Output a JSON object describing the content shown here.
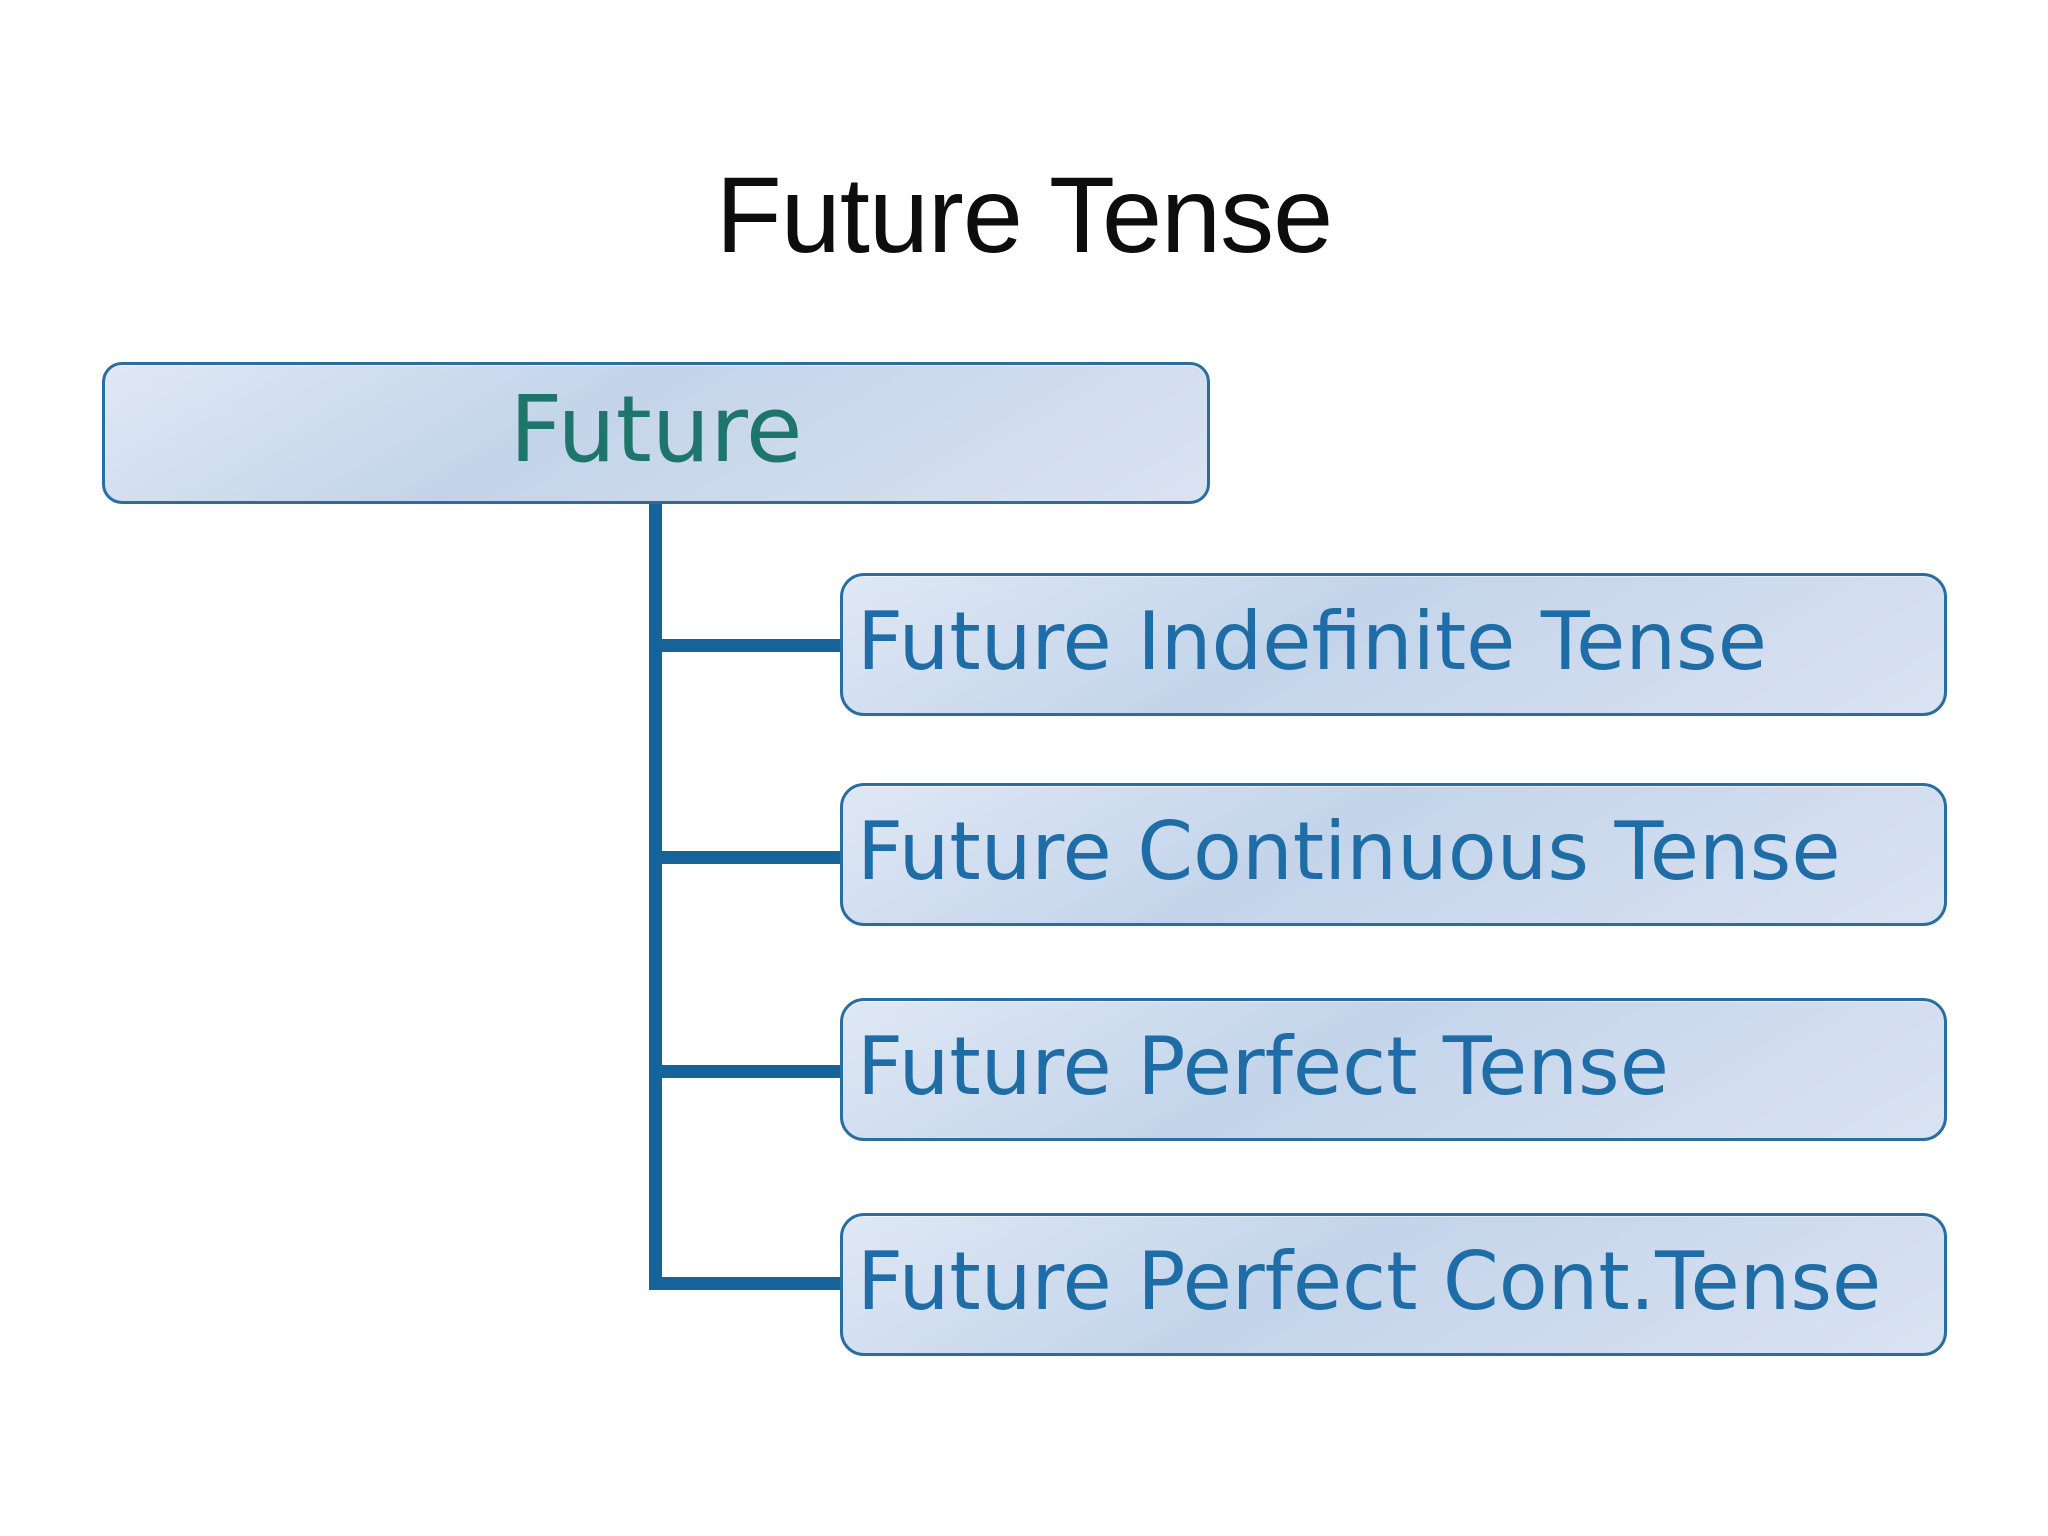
{
  "slide": {
    "title": "Future Tense"
  },
  "tree": {
    "root": {
      "label": "Future"
    },
    "children": [
      {
        "label": "Future Indefinite Tense"
      },
      {
        "label": "Future Continuous Tense"
      },
      {
        "label": "Future Perfect Tense"
      },
      {
        "label": "Future Perfect Cont.Tense"
      }
    ]
  },
  "colors": {
    "title_text": "#0d0d0d",
    "root_text": "#1d756b",
    "child_text": "#1e6da6",
    "node_border": "#2a6d9e",
    "node_fill_dark": "#c3d4ea",
    "node_fill_light": "#dfe8f5",
    "connector": "#16639a",
    "background": "#ffffff"
  }
}
